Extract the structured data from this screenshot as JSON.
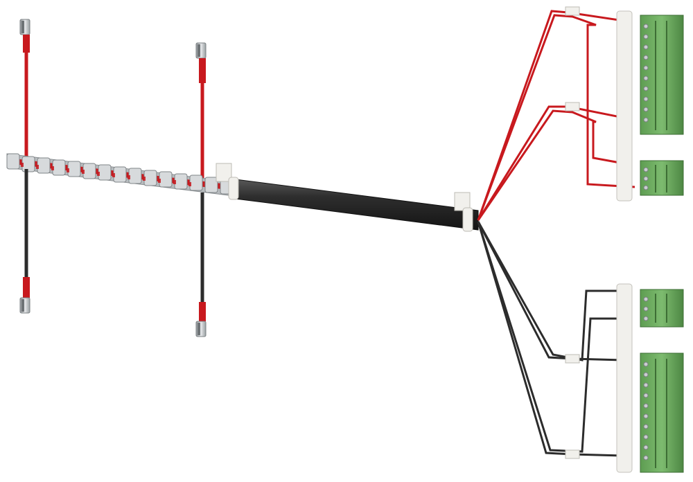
{
  "image": {
    "description_free": true,
    "colors": {
      "background": "#ffffff",
      "wire_red": "#c8191e",
      "wire_black": "#2c2c2c",
      "cable_jacket": "#262626",
      "connector_green": "#6fad62",
      "connector_green_dark": "#4f8a45",
      "metal": "#c9cdd0",
      "clip_white": "#f1f0ec"
    },
    "components": {
      "busbar_clip_count": 16,
      "terminal_pins_top": 2,
      "terminal_pins_bottom": 2,
      "connector_blocks": [
        {
          "position": "upper-right",
          "pins": 10
        },
        {
          "position": "upper-right-small",
          "pins": 3
        },
        {
          "position": "lower-right-small",
          "pins": 3
        },
        {
          "position": "lower-right",
          "pins": 10
        }
      ]
    }
  }
}
